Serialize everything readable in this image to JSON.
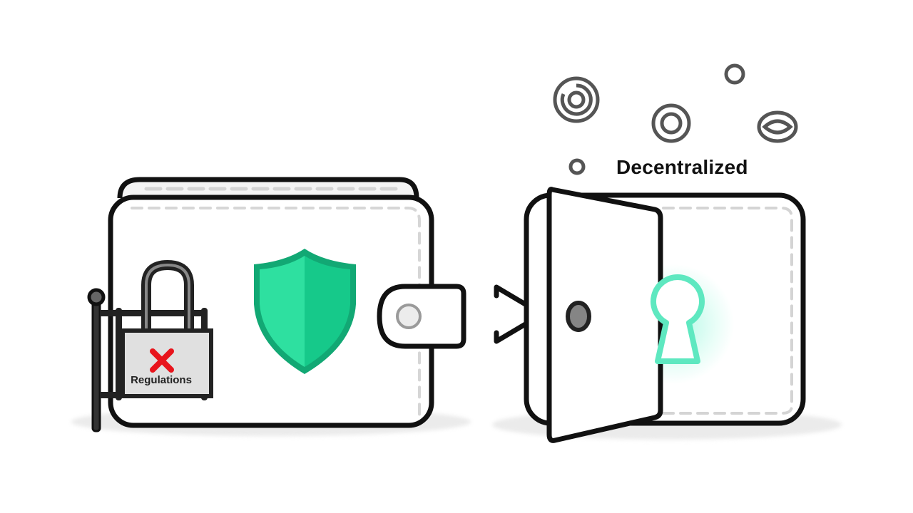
{
  "scene": {
    "left_wallet": {
      "state": "locked",
      "padlock": {
        "label": "Regulations",
        "mark": "red-x"
      },
      "shield": {
        "color": "#1fcf8d"
      }
    },
    "right_wallet": {
      "state": "open",
      "label": "Decentralized",
      "keyhole_color": "#5ee8c0"
    },
    "colors": {
      "outline": "#111111",
      "stitch": "#d6d6d6",
      "shield_light": "#2ee0a0",
      "shield_dark": "#16c285",
      "shield_border": "#12a874",
      "x_mark": "#e8141c",
      "glow": "#6ff5cf",
      "coin": "#555555"
    }
  }
}
